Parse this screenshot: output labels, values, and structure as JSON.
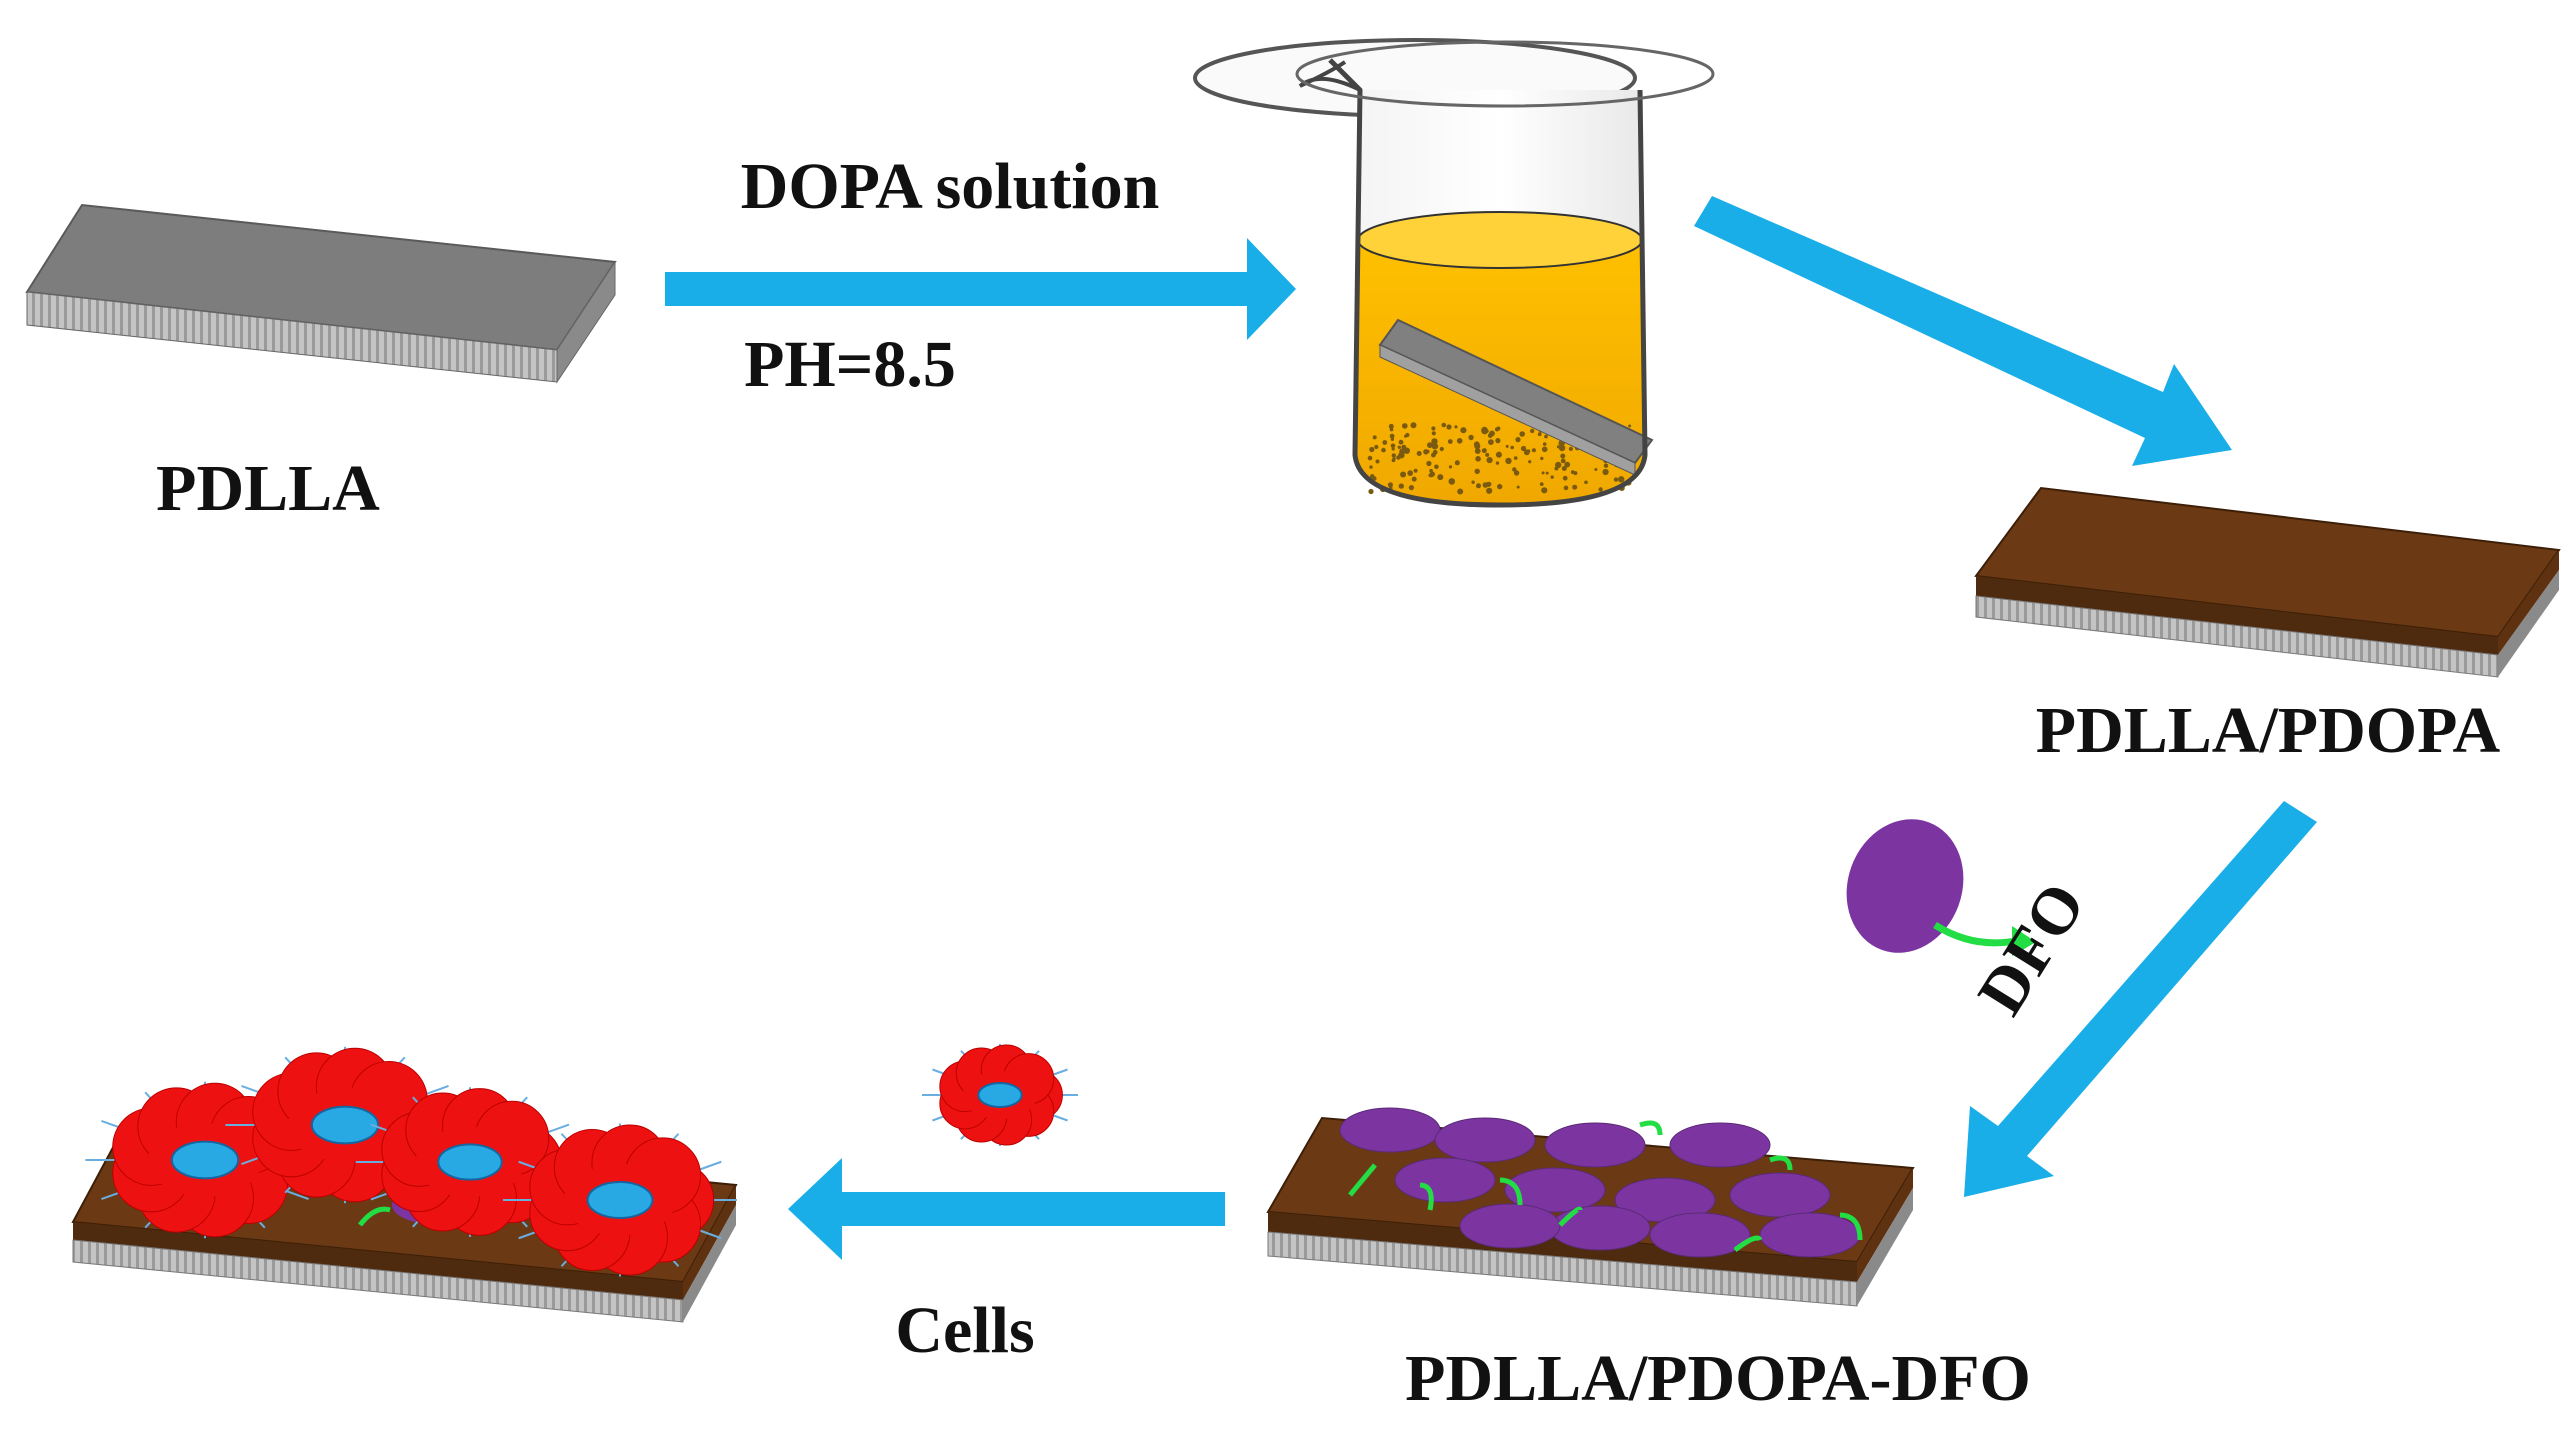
{
  "labels": {
    "pdlla": "PDLLA",
    "dopa_solution": "DOPA solution",
    "ph": "PH=8.5",
    "pdlla_pdopa": "PDLLA/PDOPA",
    "dfo": "DFO",
    "pdlla_pdopa_dfo": "PDLLA/PDOPA-DFO",
    "cells": "Cells"
  },
  "colors": {
    "arrow": "#1aaee8",
    "substrate_top": "#808080",
    "substrate_side": "#a8a8a8",
    "coating": "#6e3a12",
    "solution": "#f7b500",
    "dfo_disc": "#7c35a0",
    "linker": "#22dd44",
    "cell": "#ee1111",
    "nucleus": "#29a9e3"
  }
}
